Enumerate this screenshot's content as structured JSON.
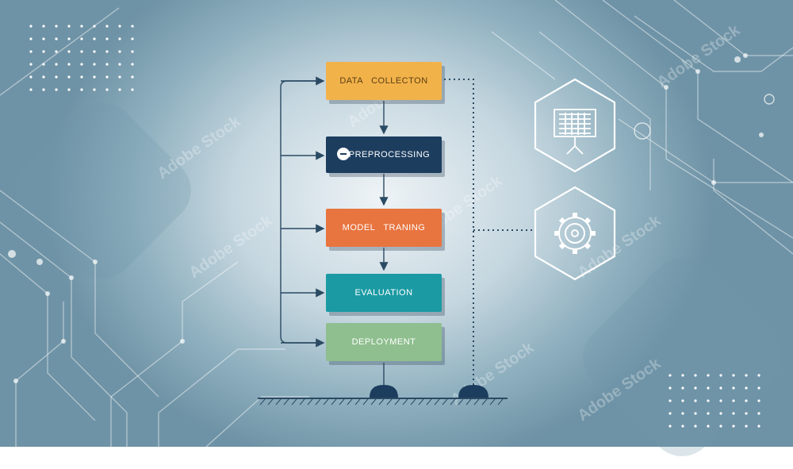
{
  "diagram": {
    "stages": [
      {
        "label": "DATA   COLLECTON",
        "color": "#f2b24a",
        "text_color": "#5a3e12"
      },
      {
        "label": "PREPROCESSING",
        "color": "#1c3d5e",
        "text_color": "#ffffff"
      },
      {
        "label": "MODEL   TRANING",
        "color": "#e8743f",
        "text_color": "#ffffff"
      },
      {
        "label": "EVALUATION",
        "color": "#1b9aa3",
        "text_color": "#ffffff"
      },
      {
        "label": "DEPLOYMENT",
        "color": "#8fbf8f",
        "text_color": "#ffffff"
      }
    ],
    "icons": [
      "presentation-board-icon",
      "gear-icon"
    ],
    "connector_color": "#2b4a63"
  },
  "watermark": {
    "text": "Adobe Stock",
    "id": "#1890444346"
  }
}
